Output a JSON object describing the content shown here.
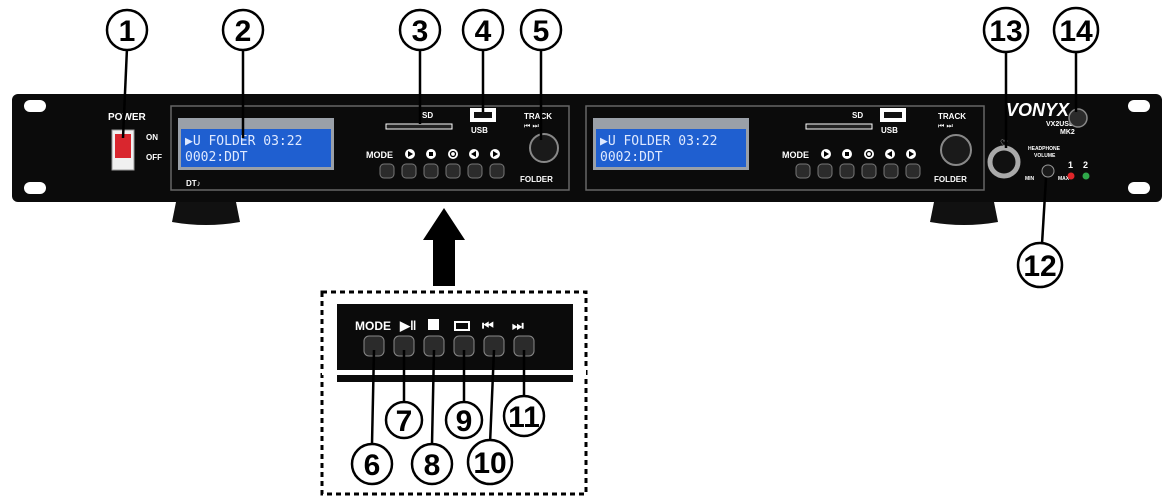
{
  "device": {
    "brand": "VONYX",
    "model_line1": "VX2USB",
    "model_line2": "MK2"
  },
  "power": {
    "label": "POWER",
    "on": "ON",
    "off": "OFF"
  },
  "logo_small": "DT♪",
  "sd_label": "SD",
  "usb_label": "USB",
  "track_label": "TRACK",
  "folder_label": "FOLDER",
  "mode_label": "MODE",
  "lcd": {
    "line1": "▶U FOLDER 03:22",
    "line2": "0002:DDT"
  },
  "headphone": {
    "label1": "HEADPHONE",
    "label2": "VOLUME",
    "min": "MIN",
    "max": "MAX"
  },
  "leds": {
    "one": "1",
    "two": "2"
  },
  "callouts": {
    "c1": "1",
    "c2": "2",
    "c3": "3",
    "c4": "4",
    "c5": "5",
    "c6": "6",
    "c7": "7",
    "c8": "8",
    "c9": "9",
    "c10": "10",
    "c11": "11",
    "c12": "12",
    "c13": "13",
    "c14": "14"
  },
  "zoom": {
    "mode": "MODE",
    "play_icon": "▶‖",
    "stop_icon": "■",
    "repeat_icon": "repeat-icon",
    "prev_icon": "⏮",
    "next_icon": "⏭"
  },
  "colors": {
    "panel": "#0b0b0b",
    "lcd_bg": "#1f5fd0",
    "led_red": "#e0262a",
    "led_green": "#2fa84a",
    "power_switch": "#d9262e"
  }
}
